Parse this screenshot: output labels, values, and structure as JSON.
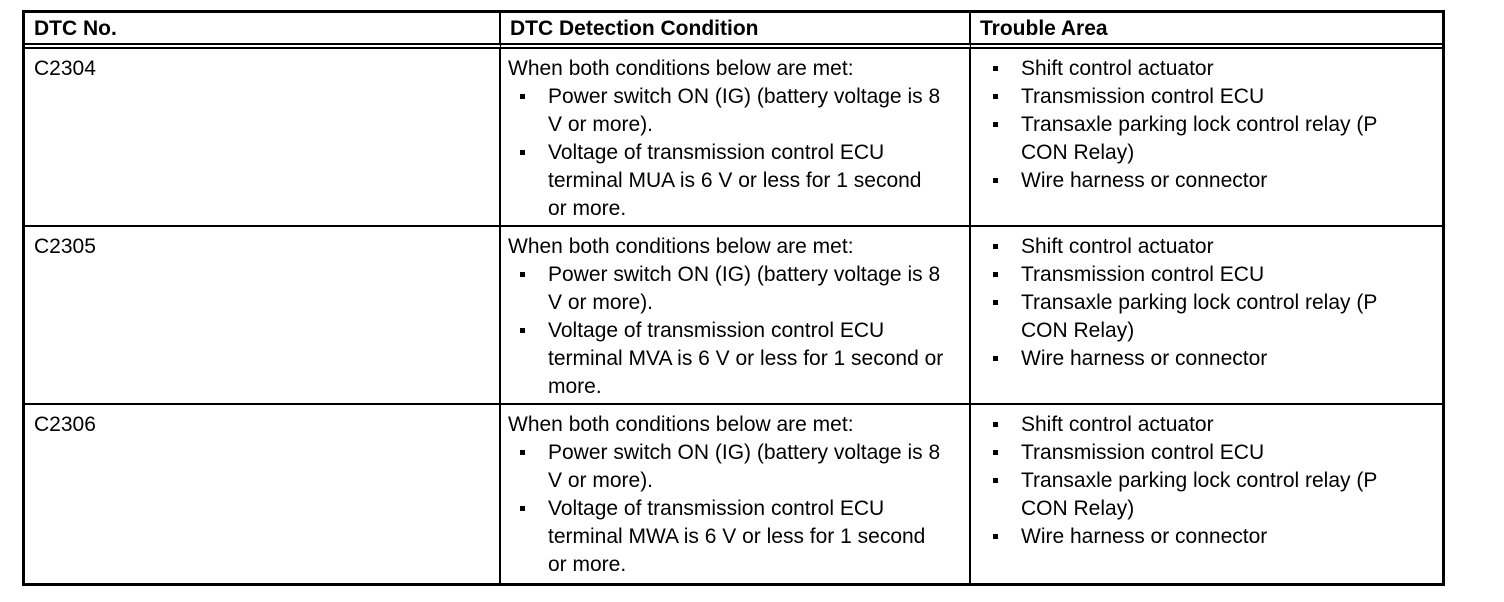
{
  "table": {
    "columns": [
      {
        "label": "DTC No."
      },
      {
        "label": "DTC Detection Condition"
      },
      {
        "label": "Trouble Area"
      }
    ],
    "rows": [
      {
        "dtc_no": "C2304",
        "detection": {
          "intro": "When both conditions below are met:",
          "items": [
            "Power switch ON (IG) (battery voltage is 8 V or more).",
            "Voltage of transmission control ECU terminal MUA is 6 V or less for 1 second or more."
          ]
        },
        "trouble_areas": [
          "Shift control actuator",
          "Transmission control ECU",
          "Transaxle parking lock control relay (P CON Relay)",
          "Wire harness or connector"
        ]
      },
      {
        "dtc_no": "C2305",
        "detection": {
          "intro": "When both conditions below are met:",
          "items": [
            "Power switch ON (IG) (battery voltage is 8 V or more).",
            "Voltage of transmission control ECU terminal MVA is 6 V or less for 1 second or more."
          ]
        },
        "trouble_areas": [
          "Shift control actuator",
          "Transmission control ECU",
          "Transaxle parking lock control relay (P CON Relay)",
          "Wire harness or connector"
        ]
      },
      {
        "dtc_no": "C2306",
        "detection": {
          "intro": "When both conditions below are met:",
          "items": [
            "Power switch ON (IG) (battery voltage is 8 V or more).",
            "Voltage of transmission control ECU terminal MWA is 6 V or less for 1 second or more."
          ]
        },
        "trouble_areas": [
          "Shift control actuator",
          "Transmission control ECU",
          "Transaxle parking lock control relay (P CON Relay)",
          "Wire harness or connector"
        ]
      }
    ]
  }
}
